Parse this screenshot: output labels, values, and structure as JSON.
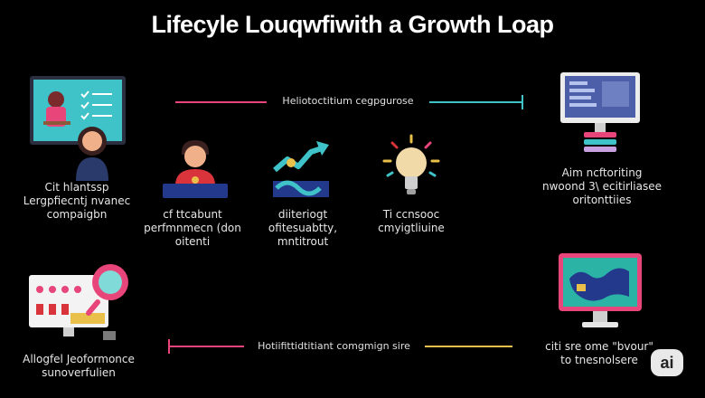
{
  "title": "Lifecyle Louqwfiwith a Growth Loap",
  "nodes": {
    "top_left": [
      "Cit hlantssp",
      "Lergpfiecntj nvanec",
      "compaigbn"
    ],
    "person": [
      "cf ttcabunt",
      "perfmnmecn (don",
      "oitenti"
    ],
    "growth": [
      "diiteriogt",
      "ofitesuabtty,",
      "mntitrout"
    ],
    "idea": [
      "Ti ccnsooc",
      "cmyigtliuine"
    ],
    "top_right": [
      "Aim ncftoriting",
      "nwoond 3\\ ecitirliasee",
      "oritonttiies"
    ],
    "bottom_left": [
      "Allogfel Jeoformonce",
      "sunoverfulien"
    ],
    "bottom_right": [
      "citi sre ome \"bvour\"",
      "to tnesnolsere"
    ]
  },
  "arrows": {
    "top_label": "Heliotoctitium cegpgurose",
    "bottom_label": "Hotiifittidtitiant comgmign sire"
  },
  "badge": "ai",
  "colors": {
    "background": "#000000",
    "pink": "#e8457a",
    "teal": "#3fc3c8",
    "yellow": "#e9c04a",
    "navy": "#233a8c",
    "red": "#d9343b"
  }
}
